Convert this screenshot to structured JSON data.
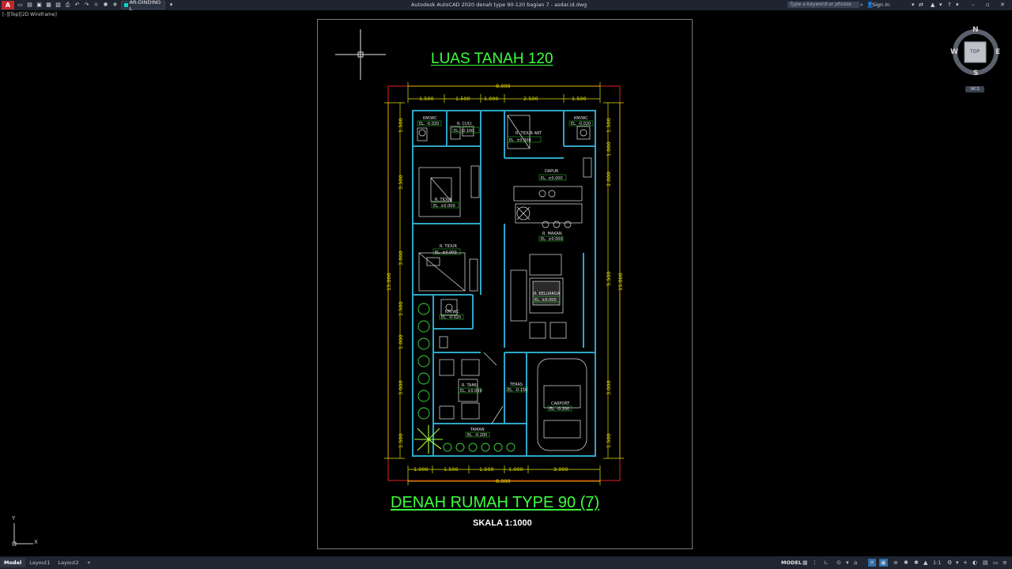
{
  "app": {
    "title": "Autodesk AutoCAD 2020    denah type 90-120 bagian 7 - asdar.id.dwg",
    "search_placeholder": "Type a keyword or phrase",
    "sign_in": "Sign In",
    "layer": "AR-DINDING L",
    "logo": "A",
    "view_label": "[–][Top][2D Wireframe]"
  },
  "drawing": {
    "title_top": "LUAS TANAH 120",
    "title_main": "DENAH RUMAH TYPE 90 (7)",
    "scale": "SKALA 1:1000",
    "dims_top": [
      "1.500",
      "1.500",
      "1.000",
      "2.500",
      "1.500"
    ],
    "dim_total_width": "8.000",
    "dims_bottom": [
      "1.000",
      "1.500",
      "1.500",
      "1.000",
      "3.000"
    ],
    "dims_left": [
      "1.500",
      "3.500",
      "3.000",
      "1.500",
      "1.000",
      "3.000",
      "1.500"
    ],
    "dims_right": [
      "1.500",
      "1.000",
      "2.000",
      "5.500",
      "3.000",
      "1.500"
    ],
    "dim_total_height": "15.000",
    "rooms": {
      "km1": "KM/WC",
      "km1_el": "EL. -0.020",
      "r_cuci": "R. CUCI",
      "r_cuci_el": "EL. -0.100",
      "r_tidur_art": "R. TIDUR ART",
      "r_tidur_art_el": "EL. ±0.000",
      "km2": "KM/WC",
      "km2_el": "EL. -0.020",
      "dapur": "DAPUR",
      "dapur_el": "EL. ±0.000",
      "r_tidur1": "R. TIDUR",
      "r_tidur1_el": "EL. ±0.000",
      "r_makan": "R. MAKAN",
      "r_makan_el": "EL. ±0.000",
      "r_tidur2": "R. TIDUR",
      "r_tidur2_el": "EL. ±0.000",
      "r_keluarga": "R. KELUARGA",
      "r_keluarga_el": "EL. ±0.000",
      "km3": "KM/WC",
      "km3_el": "EL. -0.020",
      "r_tamu": "R. TAMU",
      "r_tamu_el": "EL. ±0.000",
      "teras": "TERAS",
      "teras_el": "EL. -0.150",
      "carport": "CARPORT",
      "carport_el": "EL. -0.200",
      "taman": "TAMAN",
      "taman_el": "EL. -0.200"
    }
  },
  "viewcube": {
    "n": "N",
    "s": "S",
    "e": "E",
    "w": "W",
    "face": "TOP",
    "wcs": "WCS"
  },
  "ucs": {
    "x": "X",
    "y": "Y"
  },
  "statusbar": {
    "tabs": [
      "Model",
      "Layout1",
      "Layout2"
    ],
    "add": "+",
    "model_label": "MODEL",
    "scale": "1:1"
  },
  "colors": {
    "dim": "#e7e400",
    "title": "#3dff3d",
    "wall": "#2ea6c7",
    "furniture": "#e6e6e6",
    "boundary": "#e02020"
  }
}
